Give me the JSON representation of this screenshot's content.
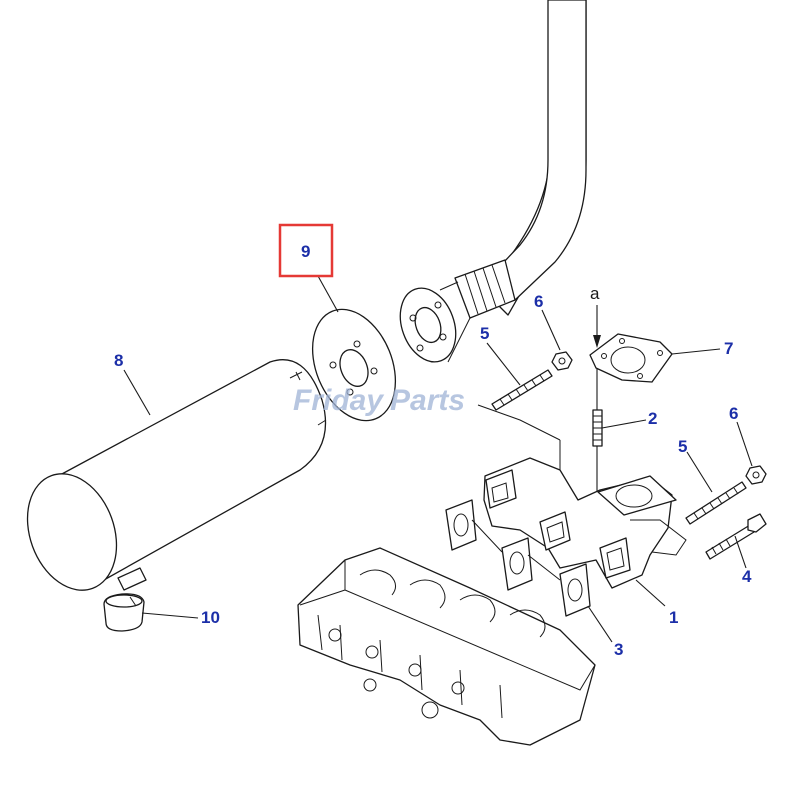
{
  "watermark": {
    "text_a": "Friday",
    "text_b": "Parts"
  },
  "reference_letter": "a",
  "highlight": {
    "color": "#e53935"
  },
  "callout_color": "#1c2fa8",
  "callouts": {
    "c1": "1",
    "c2": "2",
    "c3": "3",
    "c4": "4",
    "c5a": "5",
    "c5b": "5",
    "c6a": "6",
    "c6b": "6",
    "c7": "7",
    "c8": "8",
    "c9": "9",
    "c10": "10"
  }
}
